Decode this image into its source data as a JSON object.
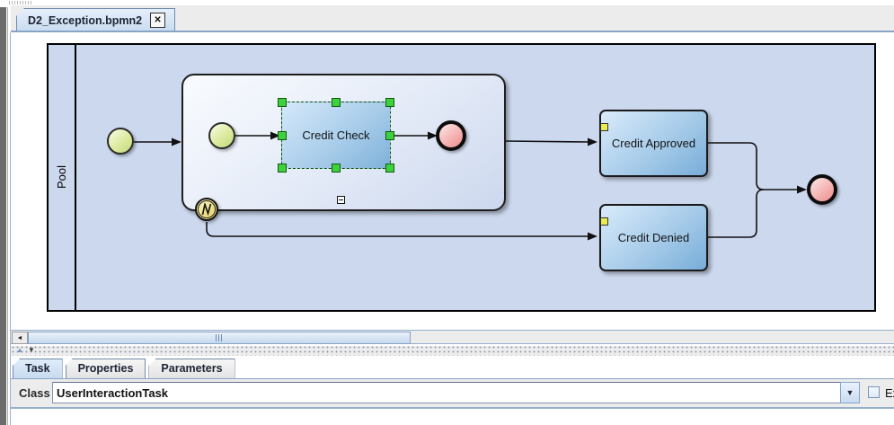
{
  "editor_tab": {
    "title": "D2_Exception.bpmn2"
  },
  "icons": {
    "close": "✕",
    "scroll_left_arrow": "◄",
    "splitter_collapse_up": "▲",
    "splitter_collapse_down": "▼",
    "combo_dropdown": "▼",
    "subprocess_collapse": "−"
  },
  "diagram": {
    "pool_label": "Pool",
    "tasks": {
      "credit_check": "Credit Check",
      "credit_approved": "Credit Approved",
      "credit_denied": "Credit Denied"
    }
  },
  "bottom_panel": {
    "tabs": [
      {
        "label": "Task",
        "selected": true
      },
      {
        "label": "Properties",
        "selected": false
      },
      {
        "label": "Parameters",
        "selected": false
      }
    ],
    "class_label": "Class",
    "class_value": "UserInteractionTask",
    "checkbox_label": "Ex",
    "checkbox_checked": false
  },
  "colors": {
    "pool_fill": "#ccd8ee",
    "task_fill_top": "#d9ebfb",
    "task_fill_bottom": "#78add8",
    "start_event_fill": "#c3da7d",
    "end_event_fill": "#ec8d8c",
    "boundary_event_fill": "#e3d363",
    "selection_handle": "#3ed13e",
    "selected_tab_fill": "#cfe1f5"
  }
}
